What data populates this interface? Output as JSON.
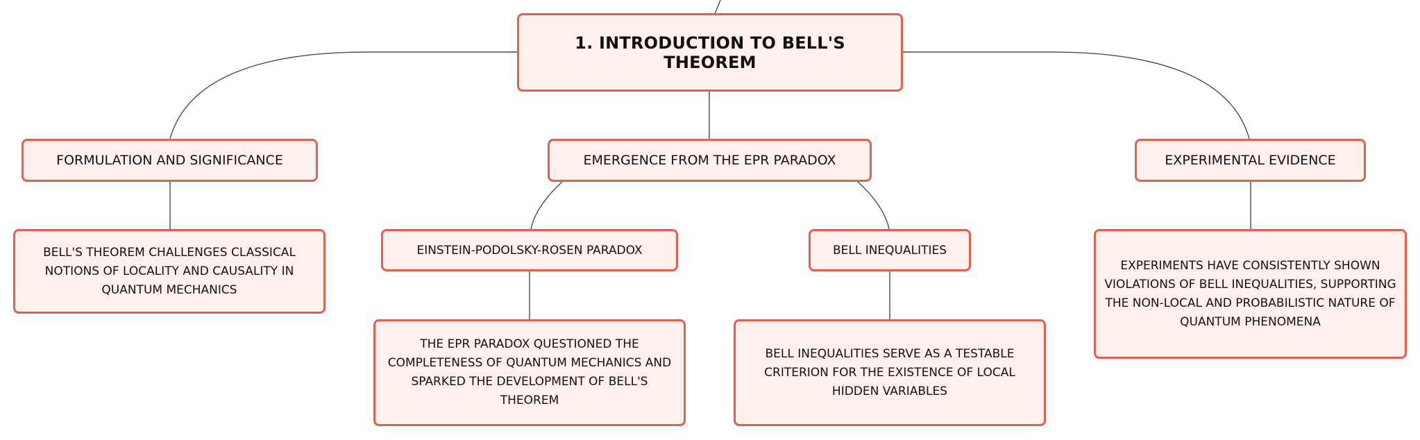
{
  "diagram": {
    "root": {
      "label": "1. INTRODUCTION TO BELL'S THEOREM"
    },
    "branches": [
      {
        "label": "FORMULATION AND SIGNIFICANCE",
        "detail": "BELL'S THEOREM CHALLENGES CLASSICAL NOTIONS OF LOCALITY AND CAUSALITY IN QUANTUM MECHANICS"
      },
      {
        "label": "EMERGENCE FROM THE EPR PARADOX",
        "children": [
          {
            "label": "EINSTEIN-PODOLSKY-ROSEN PARADOX",
            "detail": "THE EPR PARADOX QUESTIONED THE COMPLETENESS OF QUANTUM MECHANICS AND SPARKED THE DEVELOPMENT OF BELL'S THEOREM"
          },
          {
            "label": "BELL INEQUALITIES",
            "detail": "BELL INEQUALITIES SERVE AS A TESTABLE CRITERION FOR THE EXISTENCE OF LOCAL HIDDEN VARIABLES"
          }
        ]
      },
      {
        "label": "EXPERIMENTAL EVIDENCE",
        "detail": "EXPERIMENTS HAVE CONSISTENTLY SHOWN VIOLATIONS OF BELL INEQUALITIES, SUPPORTING THE NON-LOCAL AND PROBABILISTIC NATURE OF QUANTUM PHENOMENA"
      }
    ],
    "colors": {
      "node_fill": "#fdf0ed",
      "node_border": "#e2604f",
      "connector": "#4a4a4a",
      "text": "#111111"
    }
  }
}
